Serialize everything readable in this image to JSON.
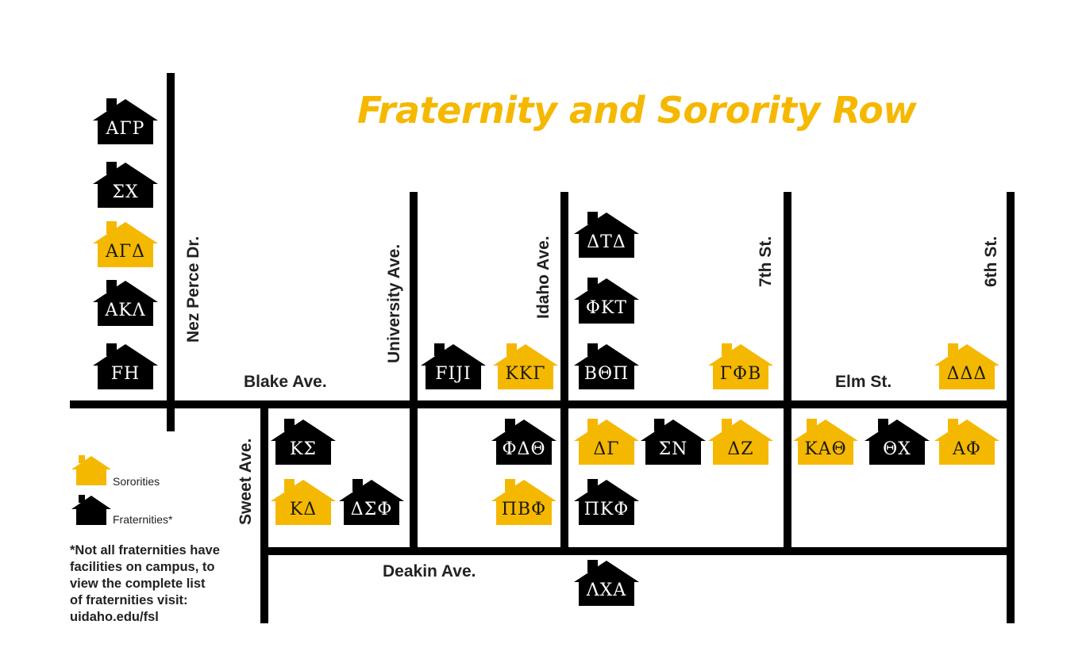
{
  "title": "Fraternity and Sorority Row",
  "colors": {
    "sorority": "#f5b800",
    "fraternity": "#000000",
    "title": "#f5b800"
  },
  "streets": {
    "nez_perce": "Nez Perce Dr.",
    "university": "University Ave.",
    "idaho": "Idaho Ave.",
    "seventh": "7th St.",
    "sixth": "6th St.",
    "blake": "Blake Ave.",
    "elm": "Elm St.",
    "sweet": "Sweet Ave.",
    "deakin": "Deakin Ave."
  },
  "houses": {
    "agr": {
      "label": "ΑΓΡ",
      "type": "fraternity"
    },
    "sx": {
      "label": "ΣΧ",
      "type": "fraternity"
    },
    "agd": {
      "label": "ΑΓΔ",
      "type": "sorority"
    },
    "akl": {
      "label": "ΑΚΛ",
      "type": "fraternity"
    },
    "fh": {
      "label": "FH",
      "type": "fraternity"
    },
    "fiji": {
      "label": "FIJI",
      "type": "fraternity"
    },
    "kkg": {
      "label": "ΚΚΓ",
      "type": "sorority"
    },
    "dtd": {
      "label": "ΔΤΔ",
      "type": "fraternity"
    },
    "pkt": {
      "label": "ΦΚΤ",
      "type": "fraternity"
    },
    "btp": {
      "label": "ΒΘΠ",
      "type": "fraternity"
    },
    "gpb": {
      "label": "ΓΦΒ",
      "type": "sorority"
    },
    "ddd": {
      "label": "ΔΔΔ",
      "type": "sorority"
    },
    "ks": {
      "label": "ΚΣ",
      "type": "fraternity"
    },
    "kd": {
      "label": "ΚΔ",
      "type": "sorority"
    },
    "dsp": {
      "label": "ΔΣΦ",
      "type": "fraternity"
    },
    "pdt": {
      "label": "ΦΔΘ",
      "type": "fraternity"
    },
    "pbp": {
      "label": "ΠΒΦ",
      "type": "sorority"
    },
    "dg": {
      "label": "ΔΓ",
      "type": "sorority"
    },
    "sn": {
      "label": "ΣΝ",
      "type": "fraternity"
    },
    "dz": {
      "label": "ΔΖ",
      "type": "sorority"
    },
    "pkp": {
      "label": "ΠΚΦ",
      "type": "fraternity"
    },
    "kat": {
      "label": "ΚΑΘ",
      "type": "sorority"
    },
    "tx": {
      "label": "ΘΧ",
      "type": "fraternity"
    },
    "ap": {
      "label": "ΑΦ",
      "type": "sorority"
    },
    "lca": {
      "label": "ΛΧΑ",
      "type": "fraternity"
    }
  },
  "legend": {
    "sororities": "Sororities",
    "fraternities": "Fraternities*"
  },
  "note": {
    "line1": "*Not all fraternities have",
    "line2": "facilities on campus, to",
    "line3": "view the complete list",
    "line4": "of fraternities visit:",
    "link": "uidaho.edu/fsl"
  }
}
